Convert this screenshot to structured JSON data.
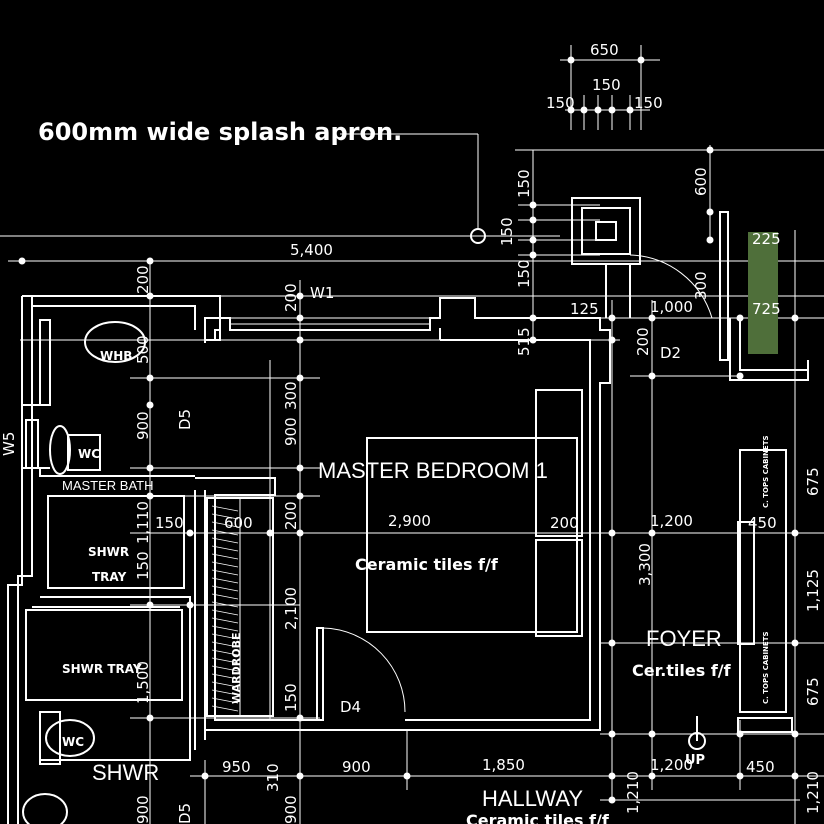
{
  "annotation": "600mm wide splash apron.",
  "rooms": {
    "master_bedroom": "MASTER BEDROOM 1",
    "master_bath": "MASTER BATH",
    "foyer": "FOYER",
    "hallway": "HALLWAY",
    "shwr": "SHWR"
  },
  "finishes": {
    "bedroom": "Ceramic tiles f/f",
    "foyer": "Cer.tiles f/f",
    "hallway": "Ceramic tiles f/f"
  },
  "fixtures": {
    "whb": "WHB",
    "wc_bath": "WC",
    "shwr_tray_bath_1": "SHWR",
    "shwr_tray_bath_2": "TRAY",
    "shwr_tray": "SHWR TRAY",
    "wc_shwr": "WC",
    "wardrobe": "WARDROBE",
    "up": "UP",
    "side_cabinet_top": "C. TOPS CABINETS",
    "side_cabinet_bottom": "C. TOPS CABINETS"
  },
  "tags": {
    "w1": "W1",
    "w5": "W5",
    "d2": "D2",
    "d4": "D4",
    "d5_top": "D5",
    "d5_bottom": "D5"
  },
  "dimensions": {
    "top_650": "650",
    "top_150_mid": "150",
    "top_150_left": "150",
    "top_150_right": "150",
    "overall_5400": "5,400",
    "v_150_a": "150",
    "v_150_b": "150",
    "v_150_c": "150",
    "v_600": "600",
    "v_300_r": "300",
    "h_125": "125",
    "h_1000": "1,000",
    "h_725": "725",
    "h_225": "225",
    "v_200_top": "200",
    "v_200_w1": "200",
    "v_515": "515",
    "v_200_d2": "200",
    "v_500": "500",
    "v_300": "300",
    "v_900_l": "900",
    "v_900_m": "900",
    "v_200_mid": "200",
    "v_1110": "1,110",
    "h_150": "150",
    "h_600": "600",
    "h_2900": "2,900",
    "h_200": "200",
    "h_1200": "1,200",
    "h_450": "450",
    "v_150_l": "150",
    "v_2100": "2,100",
    "v_3300": "3,300",
    "v_1125": "1,125",
    "v_1500": "1,500",
    "v_150_w": "150",
    "v_675_a": "675",
    "v_675_b": "675",
    "b_950": "950",
    "b_310": "310",
    "b_900": "900",
    "b_1850": "1,850",
    "b_1200": "1,200",
    "b_450": "450",
    "b_900_v": "900",
    "b_900_v2": "900",
    "b_1210_a": "1,210",
    "b_1210_b": "1,210"
  }
}
